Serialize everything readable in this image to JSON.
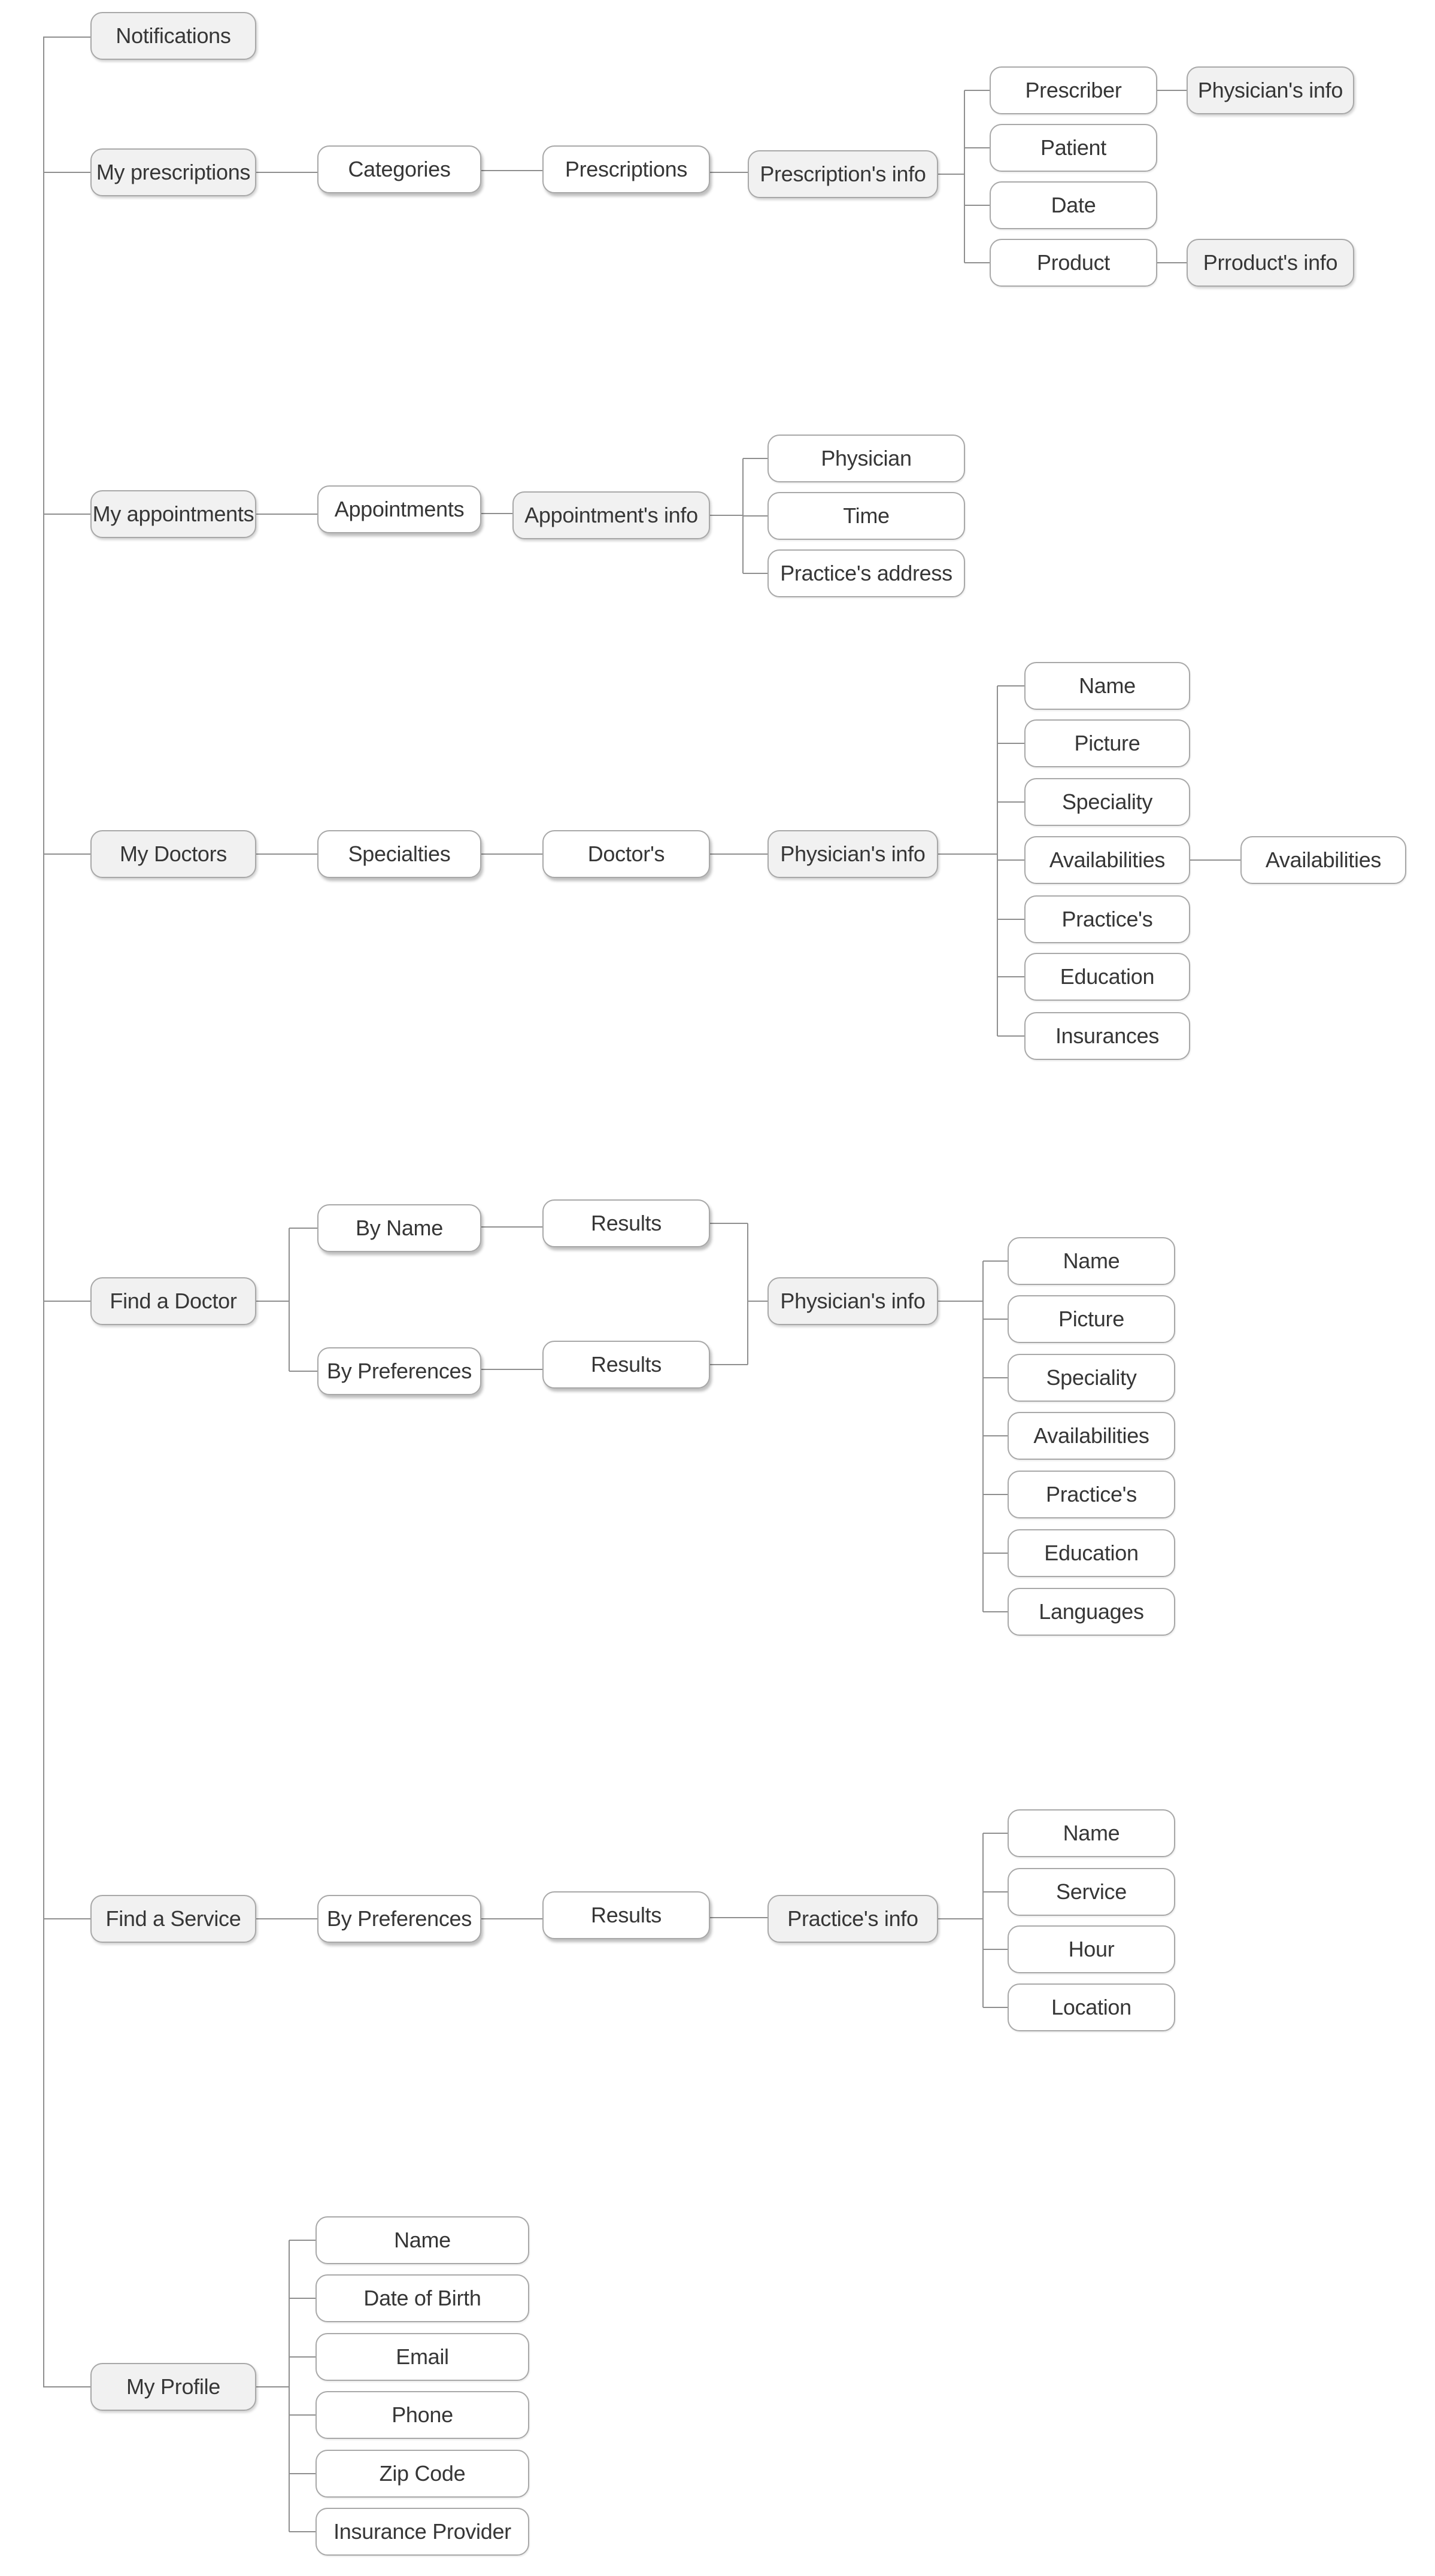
{
  "colors": {
    "section_fill": "#f1f1f1",
    "node_border": "#a8a8a8",
    "connector_line": "#8f8f8f",
    "text": "#363636"
  },
  "nodes": {
    "notifications": {
      "label": "Notifications"
    },
    "my_prescriptions": {
      "label": "My prescriptions"
    },
    "categories": {
      "label": "Categories"
    },
    "prescriptions": {
      "label": "Prescriptions"
    },
    "prescriptions_info": {
      "label": "Prescription's info"
    },
    "prescriber": {
      "label": "Prescriber"
    },
    "prescriber_physicians_info": {
      "label": "Physician's info"
    },
    "patient": {
      "label": "Patient"
    },
    "date": {
      "label": "Date"
    },
    "product": {
      "label": "Product"
    },
    "prroducts_info": {
      "label": "Prroduct's info"
    },
    "my_appointments": {
      "label": "My appointments"
    },
    "appointments": {
      "label": "Appointments"
    },
    "appointments_info": {
      "label": "Appointment's info"
    },
    "appt_physician": {
      "label": "Physician"
    },
    "appt_time": {
      "label": "Time"
    },
    "appt_practices_address": {
      "label": "Practice's address"
    },
    "my_doctors": {
      "label": "My Doctors"
    },
    "specialties": {
      "label": "Specialties"
    },
    "doctors": {
      "label": "Doctor's"
    },
    "md_physicians_info": {
      "label": "Physician's info"
    },
    "md_name": {
      "label": "Name"
    },
    "md_picture": {
      "label": "Picture"
    },
    "md_speciality": {
      "label": "Speciality"
    },
    "md_availabilities": {
      "label": "Availabilities"
    },
    "md_availabilities2": {
      "label": "Availabilities"
    },
    "md_practices": {
      "label": "Practice's"
    },
    "md_education": {
      "label": "Education"
    },
    "md_insurances": {
      "label": "Insurances"
    },
    "find_a_doctor": {
      "label": "Find a Doctor"
    },
    "by_name": {
      "label": "By Name"
    },
    "results_by_name": {
      "label": "Results"
    },
    "by_preferences": {
      "label": "By Preferences"
    },
    "results_by_preferences": {
      "label": "Results"
    },
    "fd_physicians_info": {
      "label": "Physician's info"
    },
    "fd_name": {
      "label": "Name"
    },
    "fd_picture": {
      "label": "Picture"
    },
    "fd_speciality": {
      "label": "Speciality"
    },
    "fd_availabilities": {
      "label": "Availabilities"
    },
    "fd_practices": {
      "label": "Practice's"
    },
    "fd_education": {
      "label": "Education"
    },
    "fd_languages": {
      "label": "Languages"
    },
    "find_a_service": {
      "label": "Find a Service"
    },
    "fs_by_preferences": {
      "label": "By Preferences"
    },
    "fs_results": {
      "label": "Results"
    },
    "practices_info": {
      "label": "Practice's info"
    },
    "fs_name": {
      "label": "Name"
    },
    "fs_service": {
      "label": "Service"
    },
    "fs_hour": {
      "label": "Hour"
    },
    "fs_location": {
      "label": "Location"
    },
    "my_profile": {
      "label": "My Profile"
    },
    "mp_name": {
      "label": "Name"
    },
    "mp_dob": {
      "label": "Date of Birth"
    },
    "mp_email": {
      "label": "Email"
    },
    "mp_phone": {
      "label": "Phone"
    },
    "mp_zip": {
      "label": "Zip Code"
    },
    "mp_insurance": {
      "label": "Insurance Provider"
    }
  }
}
